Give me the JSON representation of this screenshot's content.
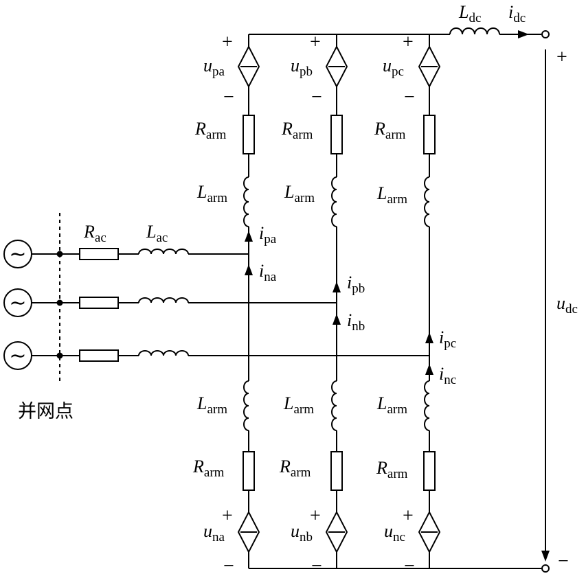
{
  "signs": {
    "plus": "+",
    "minus": "−"
  },
  "tilde": "∼",
  "pcc_label": "并网点",
  "dc": {
    "L": {
      "sym": "L",
      "sub": "dc"
    },
    "i": {
      "sym": "i",
      "sub": "dc"
    },
    "u": {
      "sym": "u",
      "sub": "dc"
    }
  },
  "ac": {
    "R": {
      "sym": "R",
      "sub": "ac"
    },
    "L": {
      "sym": "L",
      "sub": "ac"
    }
  },
  "arm": {
    "R": {
      "sym": "R",
      "sub": "arm"
    },
    "L": {
      "sym": "L",
      "sub": "arm"
    }
  },
  "phases": [
    {
      "up": {
        "sym": "u",
        "sub": "pa"
      },
      "un": {
        "sym": "u",
        "sub": "na"
      },
      "ip": {
        "sym": "i",
        "sub": "pa"
      },
      "in": {
        "sym": "i",
        "sub": "na"
      }
    },
    {
      "up": {
        "sym": "u",
        "sub": "pb"
      },
      "un": {
        "sym": "u",
        "sub": "nb"
      },
      "ip": {
        "sym": "i",
        "sub": "pb"
      },
      "in": {
        "sym": "i",
        "sub": "nb"
      }
    },
    {
      "up": {
        "sym": "u",
        "sub": "pc"
      },
      "un": {
        "sym": "u",
        "sub": "nc"
      },
      "ip": {
        "sym": "i",
        "sub": "pc"
      },
      "in": {
        "sym": "i",
        "sub": "nc"
      }
    }
  ]
}
